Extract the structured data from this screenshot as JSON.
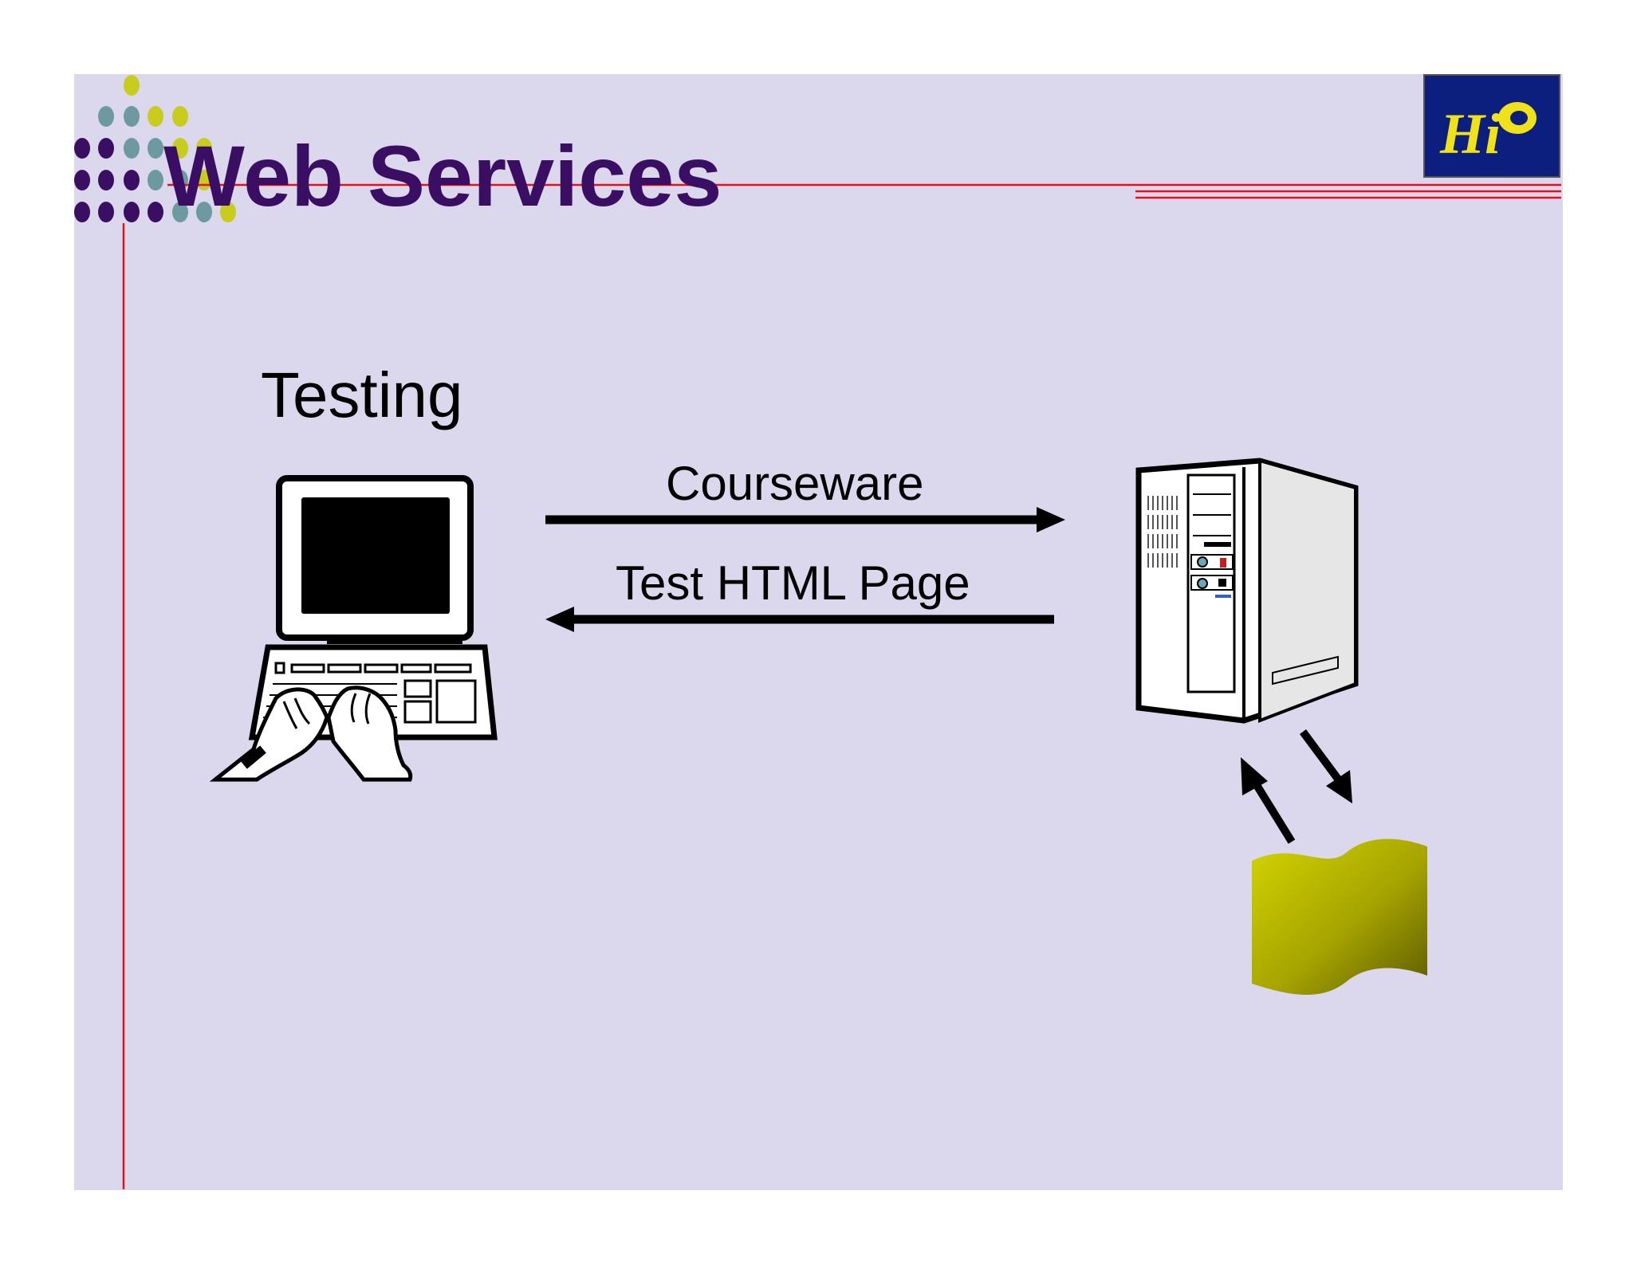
{
  "slide": {
    "title": "Web Services",
    "background_color": "#dbd7ec",
    "title_color": "#3a0f63",
    "rule_color": "#e4101c"
  },
  "diagram": {
    "client_label": "Testing",
    "request_label": "Courseware",
    "response_label": "Test HTML Page",
    "client_icon": "computer-with-typing-hands-icon",
    "server_icon": "server-tower-icon",
    "database_icon": "database-flag-icon",
    "logo_icon": "school-logo-icon",
    "database_color": "#c8c800"
  }
}
